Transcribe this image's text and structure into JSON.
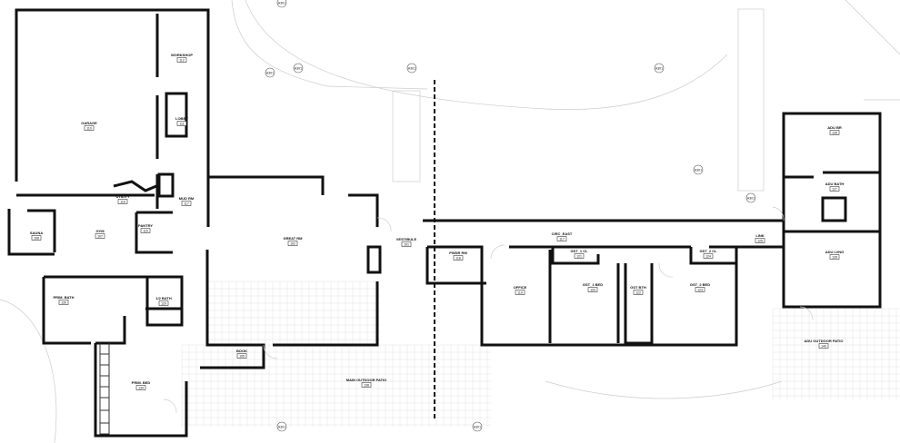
{
  "rooms": [
    {
      "name": "GARAGE",
      "number": "110"
    },
    {
      "name": "WORKSHOP",
      "number": "112"
    },
    {
      "name": "LOBBY",
      "number": "111"
    },
    {
      "name": "UTILITY",
      "number": "116"
    },
    {
      "name": "MUD RM",
      "number": "117"
    },
    {
      "name": "PANTRY",
      "number": "115"
    },
    {
      "name": "GYM",
      "number": "107"
    },
    {
      "name": "SAUNA",
      "number": "108"
    },
    {
      "name": "PRIM. BATH",
      "number": "130"
    },
    {
      "name": "1/2 BATH",
      "number": "129"
    },
    {
      "name": "PRIM. BED",
      "number": "134"
    },
    {
      "name": "BOOK",
      "number": "105"
    },
    {
      "name": "GREAT RM",
      "number": "102"
    },
    {
      "name": "VESTIBULE",
      "number": "101"
    },
    {
      "name": "PWDR RM",
      "number": "118"
    },
    {
      "name": "CIRC_EAST",
      "number": "117"
    },
    {
      "name": "OFFICE",
      "number": "119"
    },
    {
      "name": "GST_1 CL",
      "number": "121"
    },
    {
      "name": "GST_1 BED",
      "number": "120"
    },
    {
      "name": "GST BTH",
      "number": "122"
    },
    {
      "name": "GST_2 CL",
      "number": "124"
    },
    {
      "name": "GST_2 BED",
      "number": "123"
    },
    {
      "name": "LINK",
      "number": "125"
    },
    {
      "name": "ADU BR",
      "number": "126"
    },
    {
      "name": "ADU BATH",
      "number": "127"
    },
    {
      "name": "ADU LVNG",
      "number": "128"
    },
    {
      "name": "MAIN OUTDOOR PATIO",
      "number": "138"
    },
    {
      "name": "ADU OUTDOOR PATIO",
      "number": "140"
    }
  ],
  "section_markers": [
    "A301",
    "A301",
    "A301",
    "A301",
    "A301",
    "A301",
    "A301"
  ]
}
